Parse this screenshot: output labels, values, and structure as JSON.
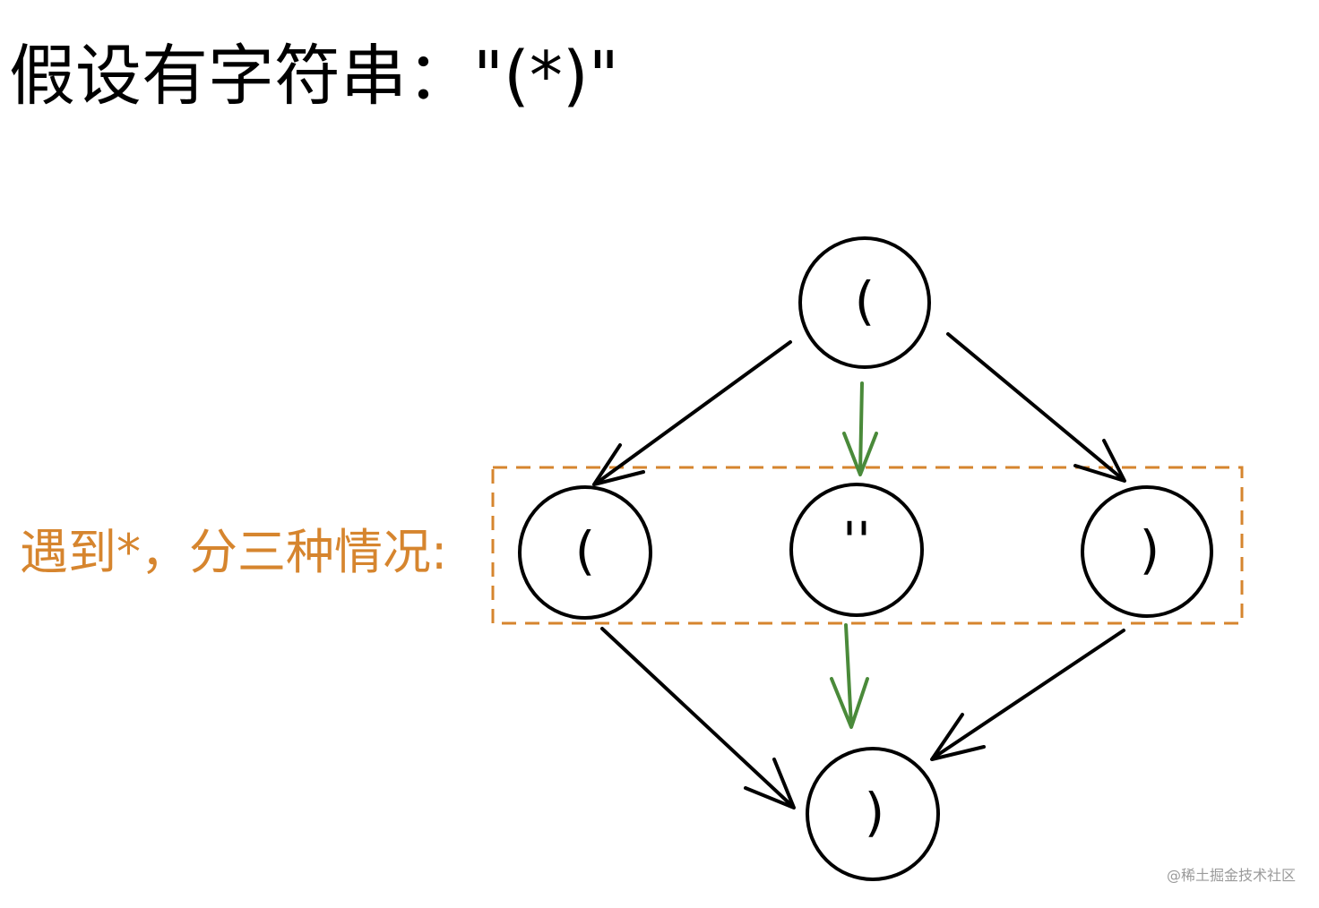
{
  "title": "假设有字符串：\"(*)\"",
  "side_label": "遇到*，分三种情况:",
  "nodes": {
    "top": "(",
    "left": "(",
    "middle": "''",
    "right": ")",
    "bottom": ")"
  },
  "watermark": "@稀土掘金技术社区",
  "colors": {
    "stroke": "#000000",
    "middle_arrow": "#4a8a3a",
    "highlight_box": "#d6852e",
    "side_label": "#d6852e",
    "watermark": "#9a9a9a"
  }
}
